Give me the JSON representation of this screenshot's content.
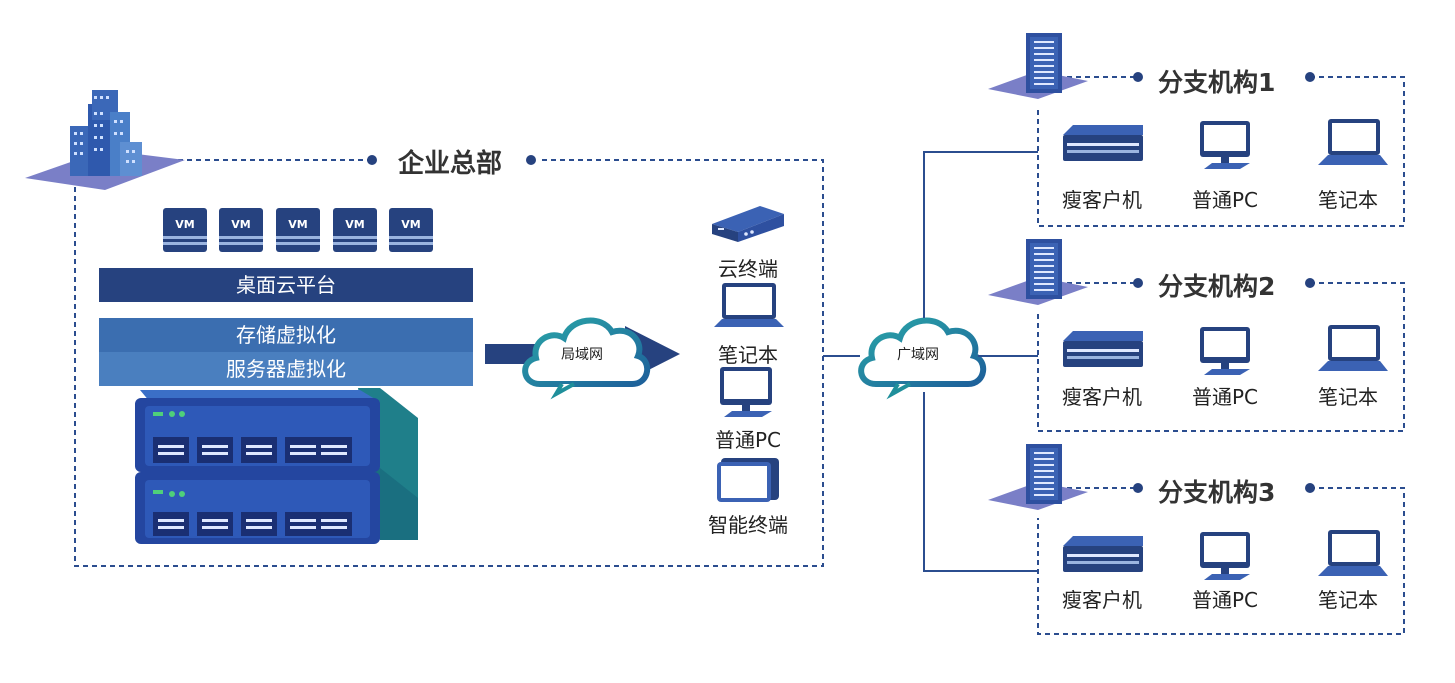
{
  "headquarters": {
    "title": "企业总部",
    "vm_label": "VM",
    "vm_count": 5,
    "desktop_cloud": "桌面云平台",
    "storage_virtualization": "存储虚拟化",
    "server_virtualization": "服务器虚拟化",
    "lan": "局域网",
    "terminals": [
      "云终端",
      "笔记本",
      "普通PC",
      "智能终端"
    ]
  },
  "wan": "广域网",
  "branches": [
    {
      "title": "分支机构1",
      "devices": [
        "瘦客户机",
        "普通PC",
        "笔记本"
      ]
    },
    {
      "title": "分支机构2",
      "devices": [
        "瘦客户机",
        "普通PC",
        "笔记本"
      ]
    },
    {
      "title": "分支机构3",
      "devices": [
        "瘦客户机",
        "普通PC",
        "笔记本"
      ]
    }
  ],
  "colors": {
    "dark_navy": "#26427f",
    "mid_blue": "#3b6eb0",
    "light_blue": "#4a7fbf",
    "server_body": "#22388e",
    "server_face": "#2e59b8",
    "platform": "#7a7fc7",
    "cloud_teal": "#1f8f9b",
    "dashed_line": "#2b4d8f",
    "connector": "#2b4d8f",
    "led_green": "#4fd07a"
  },
  "icons": [
    "building-icon",
    "vm-icon",
    "server-rack-icon",
    "arrow-icon",
    "cloud-icon",
    "cloud-terminal-icon",
    "laptop-icon",
    "desktop-pc-icon",
    "tablet-icon",
    "tower-server-icon",
    "thin-client-icon"
  ]
}
